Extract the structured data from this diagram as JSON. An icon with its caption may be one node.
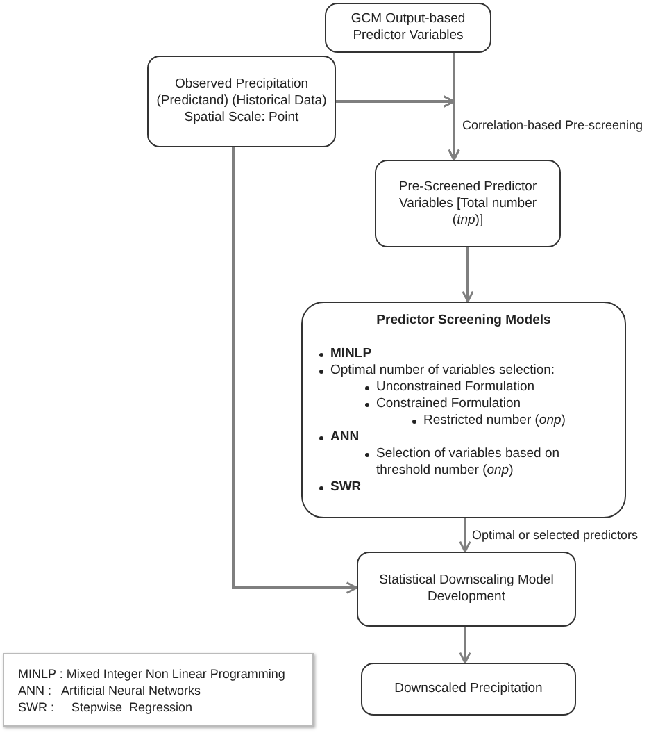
{
  "diagram": {
    "nodes": [
      {
        "text": [
          "GCM Output-based Predictor Variables"
        ]
      },
      {
        "text": [
          "Observed Precipitation (Predictand) (Historical Data) Spatial Scale: Point"
        ]
      },
      {
        "text": [
          "Pre-Screened Predictor Variables [Total number (*tnp*)]"
        ]
      },
      {
        "text": [
          "Predictor Screening Models",
          "MINLP",
          "Optimal number of variables selection:",
          "Unconstrained Formulation",
          "Constrained Formulation",
          "Restricted number (*onp*)",
          "ANN",
          "Selection of variables based on threshold number (*onp*)",
          "SWR"
        ]
      },
      {
        "text": [
          "Statistical Downscaling Model Development"
        ]
      },
      {
        "text": [
          "Downscaled Precipitation"
        ]
      },
      {
        "text": [
          "MINLP : Mixed Integer Non Linear Programming",
          "ANN :   Artificial Neural Networks",
          "SWR :     Stepwise  Regression"
        ]
      }
    ],
    "edges": [
      {
        "from": 0,
        "to": 2,
        "arrow": "to",
        "label": "Correlation-based Pre-screening"
      },
      {
        "from": 1,
        "to": 2,
        "arrow": "to"
      },
      {
        "from": 2,
        "to": 3,
        "arrow": "to"
      },
      {
        "from": 3,
        "to": 4,
        "arrow": "to",
        "label": "Optimal or selected predictors"
      },
      {
        "from": 1,
        "to": 4,
        "arrow": "to"
      },
      {
        "from": 4,
        "to": 5,
        "arrow": "to"
      }
    ]
  }
}
